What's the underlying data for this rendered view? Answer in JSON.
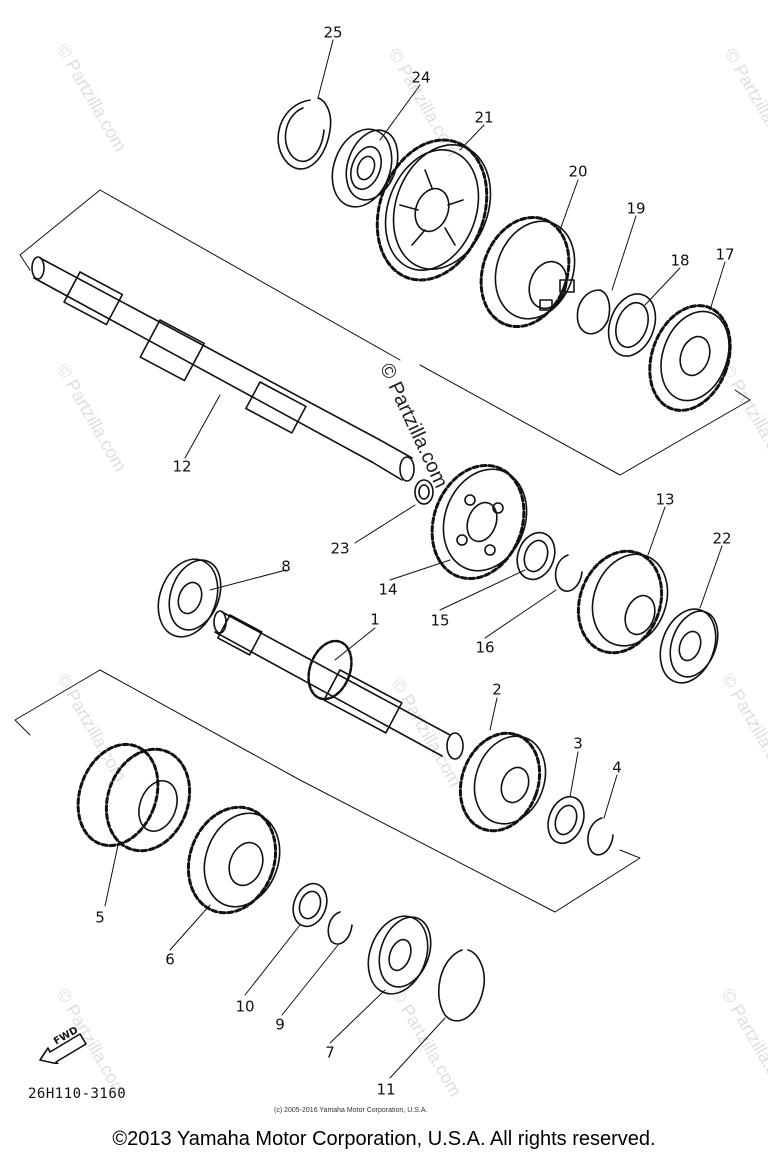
{
  "diagram": {
    "part_numbers": [
      "25",
      "24",
      "21",
      "20",
      "19",
      "18",
      "17",
      "12",
      "23",
      "14",
      "15",
      "16",
      "13",
      "22",
      "8",
      "1",
      "2",
      "3",
      "4",
      "5",
      "6",
      "10",
      "9",
      "7",
      "11"
    ],
    "watermark": "© Partzilla.com",
    "diagram_code": "26H110-3160",
    "fine_print": "(c) 2005-2016 Yamaha Motor Corporation, U.S.A.",
    "copyright": "©2013 Yamaha Motor Corporation, U.S.A. All rights reserved.",
    "fwd_label": "FWD"
  }
}
